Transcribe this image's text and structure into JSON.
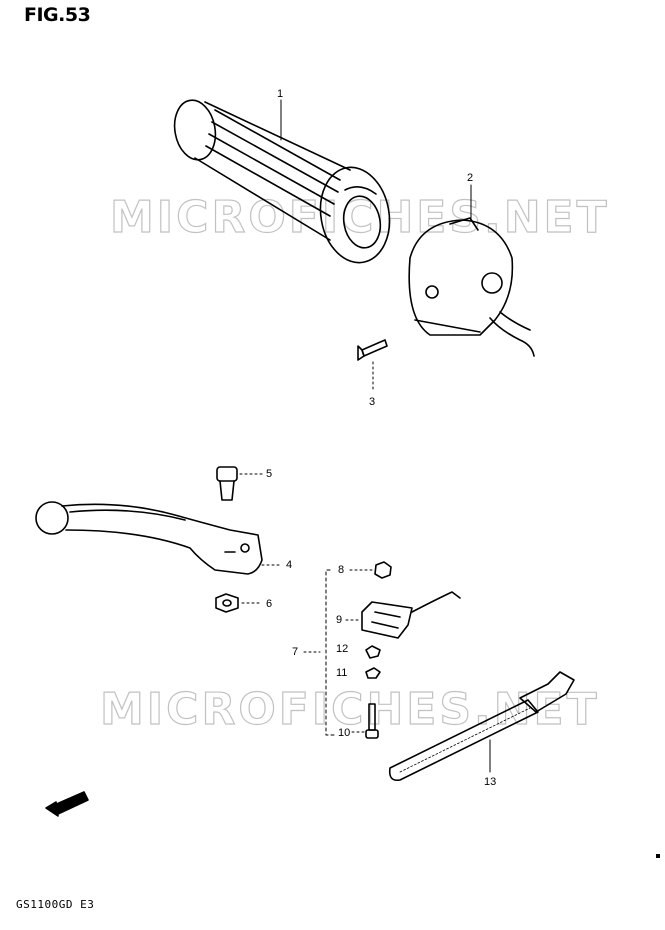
{
  "figure": {
    "title": "FIG.53",
    "model_code": "GS1100GD E3",
    "watermark": "MICROFICHES.NET"
  },
  "callouts": [
    "1",
    "2",
    "3",
    "5",
    "4",
    "6",
    "8",
    "9",
    "7",
    "12",
    "11",
    "10",
    "13"
  ],
  "icons": {
    "grip": "handlebar-grip-icon",
    "switch_box": "handlebar-switch-box-icon",
    "screw": "screw-icon",
    "lever": "clutch-lever-icon",
    "pivot_bolt": "pivot-bolt-icon",
    "nut": "nut-icon",
    "switch": "clutch-switch-icon",
    "clamp": "cable-clamp-band-icon",
    "badge": "direction-badge-icon"
  },
  "colors": {
    "ink": "#000000",
    "watermark_stroke": "#b8b8b8",
    "paper": "#ffffff"
  }
}
